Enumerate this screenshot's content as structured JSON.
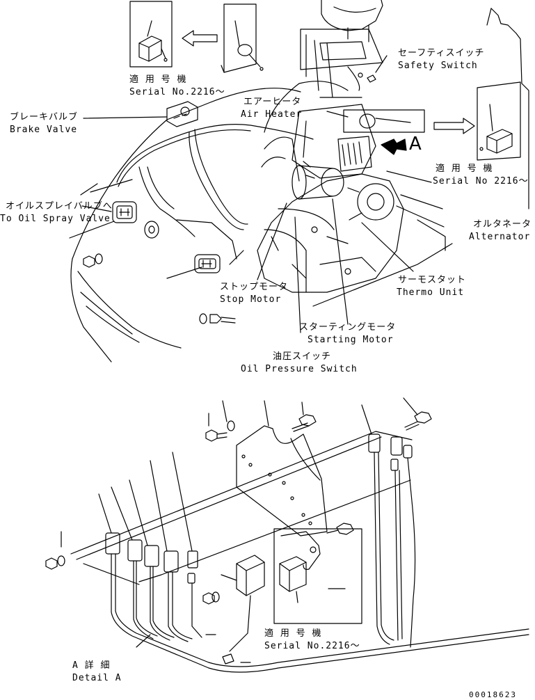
{
  "labels": {
    "serial_top_left_jp": "適 用 号 機",
    "serial_top_left_en": "Serial No.2216～",
    "safety_switch_jp": "セーフティスイッチ",
    "safety_switch_en": "Safety Switch",
    "brake_valve_jp": "ブレーキバルブ",
    "brake_valve_en": "Brake Valve",
    "air_heater_jp": "エアーヒータ",
    "air_heater_en": "Air Heater",
    "view_a": "A",
    "serial_right_jp": "適 用 号 機",
    "serial_right_en": "Serial No 2216～",
    "oil_spray_jp": "オイルスプレイバルブへ",
    "oil_spray_en": "To Oil Spray Valve",
    "alternator_jp": "オルタネータ",
    "alternator_en": "Alternator",
    "thermo_jp": "サーモスタット",
    "thermo_en": "Thermo Unit",
    "stop_motor_jp": "ストップモータ",
    "stop_motor_en": "Stop Motor",
    "starting_motor_jp": "スターティングモータ",
    "starting_motor_en": "Starting Motor",
    "oil_pressure_jp": "油圧スイッチ",
    "oil_pressure_en": "Oil Pressure Switch",
    "serial_bottom_jp": "適 用 号 機",
    "serial_bottom_en": "Serial No.2216～",
    "detail_jp": "A 詳 細",
    "detail_en": "Detail A",
    "part_code": "00018623"
  }
}
